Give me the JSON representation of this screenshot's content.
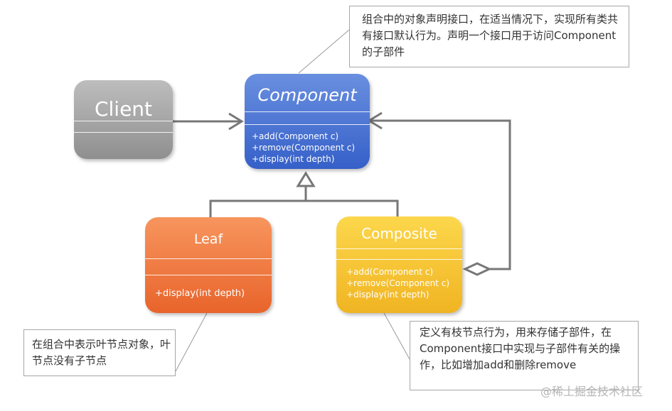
{
  "classes": {
    "client": {
      "name": "Client",
      "color": "#a6a6a6"
    },
    "component": {
      "name": "Component",
      "color": "#4472c4",
      "operations": [
        "+add(Component c)",
        "+remove(Component c)",
        "+display(int depth)"
      ]
    },
    "leaf": {
      "name": "Leaf",
      "color": "#ed7d31",
      "operations": [
        "+display(int depth)"
      ]
    },
    "composite": {
      "name": "Composite",
      "color": "#ffc000",
      "operations": [
        "+add(Component c)",
        "+remove(Component c)",
        "+display(int depth)"
      ]
    }
  },
  "notes": {
    "component": "组合中的对象声明接口，在适当情况下，实现所有类共有接口默认行为。声明一个接口用于访问Component的子部件",
    "leaf": "在组合中表示叶节点对象，叶节点没有子节点",
    "composite": "定义有枝节点行为，用来存储子部件，在Component接口中实现与子部件有关的操作，比如增加add和删除remove"
  },
  "relationships": [
    {
      "from": "Client",
      "to": "Component",
      "kind": "association"
    },
    {
      "from": "Leaf",
      "to": "Component",
      "kind": "generalization"
    },
    {
      "from": "Composite",
      "to": "Component",
      "kind": "generalization"
    },
    {
      "from": "Composite",
      "to": "Component",
      "kind": "aggregation"
    }
  ],
  "watermark": "@稀土掘金技术社区"
}
